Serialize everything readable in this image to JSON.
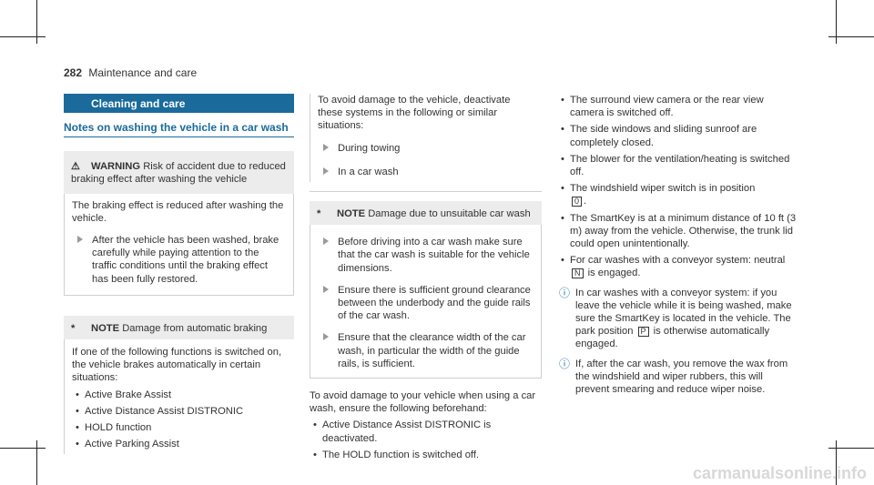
{
  "header": {
    "page_number": "282",
    "section": "Maintenance and care"
  },
  "col1": {
    "band_title": "Cleaning and care",
    "subheading": "Notes on washing the vehicle in a car wash",
    "warning_label": "WARNING",
    "warning_text": "Risk of accident due to reduced braking effect after washing the vehicle",
    "warning_body": "The braking effect is reduced after washing the vehicle.",
    "warning_step": "After the vehicle has been washed, brake carefully while paying attention to the traffic conditions until the braking effect has been fully restored.",
    "note_label": "NOTE",
    "note_text": "Damage from automatic braking",
    "note_body": "If one of the following functions is switched on, the vehicle brakes automatically in certain situations:",
    "items": [
      "Active Brake Assist",
      "Active Distance Assist DISTRONIC",
      "HOLD function",
      "Active Parking Assist"
    ]
  },
  "col2": {
    "intro": "To avoid damage to the vehicle, deactivate these systems in the following or similar situations:",
    "steps": [
      "During towing",
      "In a car wash"
    ],
    "note_label": "NOTE",
    "note_text": "Damage due to unsuitable car wash",
    "note_steps": [
      "Before driving into a car wash make sure that the car wash is suitable for the vehicle dimensions.",
      "Ensure there is sufficient ground clearance between the underbody and the guide rails of the car wash.",
      "Ensure that the clearance width of the car wash, in particular the width of the guide rails, is sufficient."
    ],
    "after": "To avoid damage to your vehicle when using a car wash, ensure the following beforehand:",
    "after_items": [
      "Active Distance Assist DISTRONIC is deactivated.",
      "The HOLD function is switched off."
    ]
  },
  "col3": {
    "items": [
      "The surround view camera or the rear view camera is switched off.",
      "The side windows and sliding sunroof are completely closed.",
      "The blower for the ventilation/heating is switched off.",
      "The windshield wiper switch is in position"
    ],
    "key_0": "0",
    "item_smartkey": "The SmartKey is at a minimum distance of 10 ft (3 m) away from the vehicle. Otherwise, the trunk lid could open unintentionally.",
    "item_conveyor_pre": "For car washes with a conveyor system: neutral",
    "key_n": "N",
    "item_conveyor_post": "is engaged.",
    "info1_pre": "In car washes with a conveyor system: if you leave the vehicle while it is being washed, make sure the SmartKey is located in the vehicle. The park position",
    "key_p": "P",
    "info1_post": "is otherwise automatically engaged.",
    "info2": "If, after the car wash, you remove the wax from the windshield and wiper rubbers, this will prevent smearing and reduce wiper noise."
  },
  "watermark": "carmanualsonline.info"
}
